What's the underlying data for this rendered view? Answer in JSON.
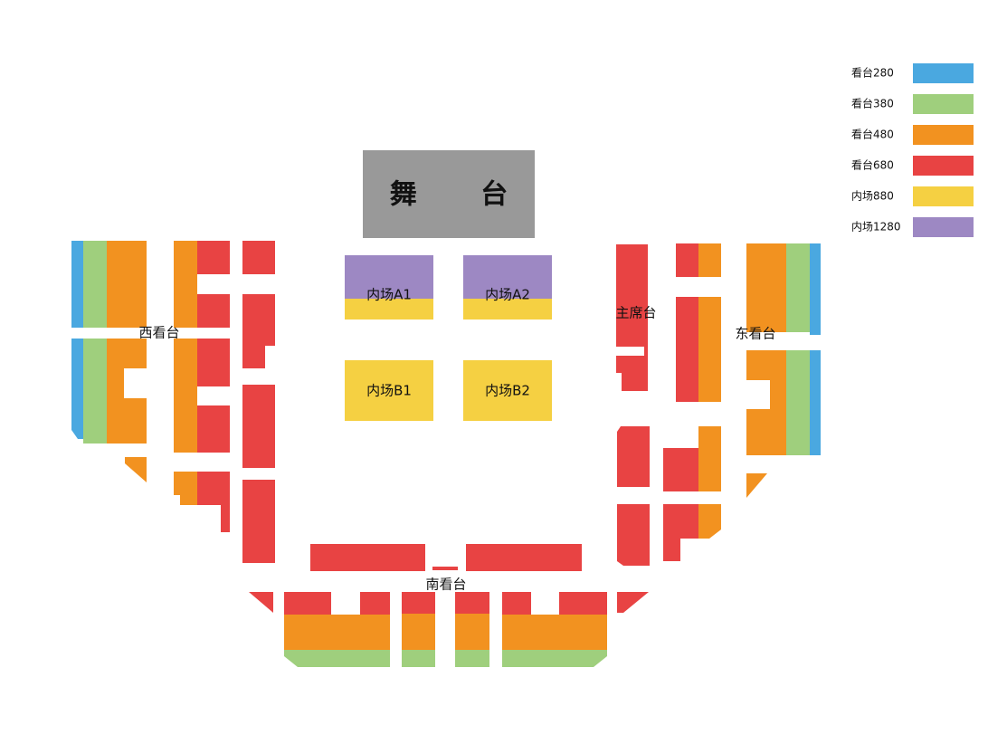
{
  "stage": {
    "label": "舞 台",
    "color": "#999999"
  },
  "legend": [
    {
      "label": "看台280",
      "color": "#4aa8e0"
    },
    {
      "label": "看台380",
      "color": "#9fcf7d"
    },
    {
      "label": "看台480",
      "color": "#f29220"
    },
    {
      "label": "看台680",
      "color": "#e84343"
    },
    {
      "label": "内场880",
      "color": "#f5d042"
    },
    {
      "label": "内场1280",
      "color": "#9d88c3"
    }
  ],
  "sections": {
    "west": "西看台",
    "east": "东看台",
    "south": "南看台",
    "vip": "主席台"
  },
  "floor": {
    "a1": "内场A1",
    "a2": "内场A2",
    "b1": "内场B1",
    "b2": "内场B2"
  }
}
